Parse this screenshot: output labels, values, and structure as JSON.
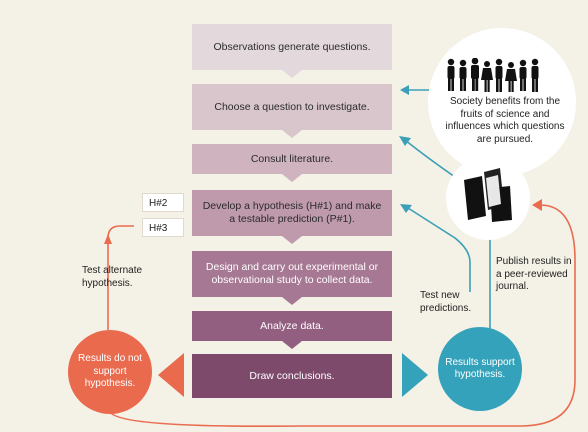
{
  "steps": [
    {
      "text": "Observations generate questions.",
      "color": "#e3d8dc"
    },
    {
      "text": "Choose a question to investigate.",
      "color": "#d9c6cd"
    },
    {
      "text": "Consult literature.",
      "color": "#cfb3bf"
    },
    {
      "text": "Develop a hypothesis (H#1) and make a testable prediction (P#1).",
      "color": "#bf9aad"
    },
    {
      "text": "Design and carry out experimental or observational study to collect data.",
      "color": "#a67893"
    },
    {
      "text": "Analyze data.",
      "color": "#935f80"
    },
    {
      "text": "Draw conclusions.",
      "color": "#7d4a6c"
    }
  ],
  "hypotheses": {
    "h2": "H#2",
    "h3": "H#3"
  },
  "notes": {
    "test_alternate": "Test alternate hypothesis.",
    "test_new": "Test new predictions.",
    "publish": "Publish results in a peer-reviewed journal.",
    "society": "Society benefits from the fruits of science and influences which questions are pursued."
  },
  "outcomes": {
    "not_support": "Results do not support hypothesis.",
    "support": "Results support hypothesis."
  },
  "colors": {
    "red": "#ea6a4e",
    "teal": "#35a2bc",
    "teal_arrow": "#3c9fb8",
    "red_arrow": "#e96c50",
    "background": "#f4f1e6"
  },
  "icons": {
    "society": "people-silhouettes-icon",
    "journal": "journal-books-icon"
  }
}
